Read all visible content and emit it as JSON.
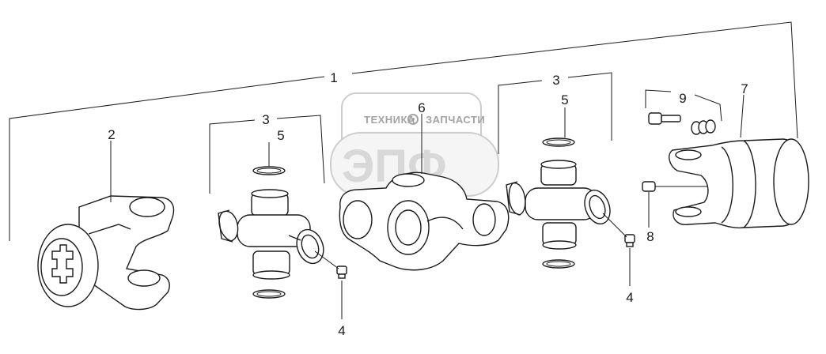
{
  "watermark": {
    "top_left": "ТЕХНИКА",
    "top_right": "ЗАПЧАСТИ",
    "letters": "ЭПФ"
  },
  "callouts": [
    {
      "id": "c1",
      "label": "1"
    },
    {
      "id": "c2",
      "label": "2"
    },
    {
      "id": "c3a",
      "label": "3"
    },
    {
      "id": "c3b",
      "label": "3"
    },
    {
      "id": "c4a",
      "label": "4"
    },
    {
      "id": "c4b",
      "label": "4"
    },
    {
      "id": "c5a",
      "label": "5"
    },
    {
      "id": "c5b",
      "label": "5"
    },
    {
      "id": "c6",
      "label": "6"
    },
    {
      "id": "c7",
      "label": "7"
    },
    {
      "id": "c8",
      "label": "8"
    },
    {
      "id": "c9",
      "label": "9"
    }
  ]
}
